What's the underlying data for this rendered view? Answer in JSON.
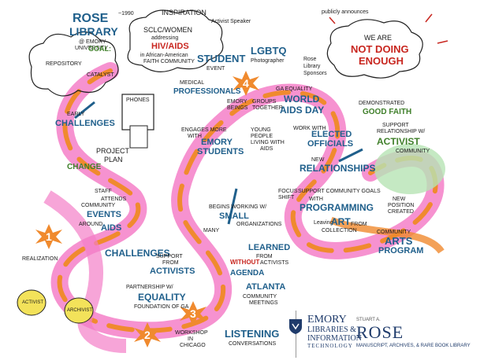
{
  "title": {
    "line1": "ROSE",
    "line2": "LIBRARY",
    "line3": "@ EMORY",
    "line4": "UNIVERSITY"
  },
  "inspiration": {
    "year": "~1990",
    "label": "INSPIRATION",
    "org_line1": "SCLC/WOMEN",
    "org_line2": "addressing",
    "highlight": "HIV/AIDS",
    "org_line3": "in African-American",
    "org_line4": "FAITH COMMUNITY"
  },
  "goal": {
    "label": "GOAL:",
    "item1": "REPOSITORY",
    "item2": "CATALYST"
  },
  "activist_speaker": "Activist Speaker",
  "publicly_announces": "publicly announces",
  "not_doing_enough": {
    "line1": "WE ARE",
    "line2": "NOT DOING",
    "line3": "ENOUGH"
  },
  "student_event": {
    "label": "STUDENT",
    "sub": "EVENT"
  },
  "lgbtq": {
    "label": "LGBTQ",
    "sub": "Photographer"
  },
  "sponsors": {
    "line1": "Rose",
    "line2": "Library",
    "line3": "Sponsors"
  },
  "medical": {
    "line1": "MEDICAL",
    "line2": "PROFESSIONALS"
  },
  "phones_label": "PHONES",
  "early_challenges": {
    "line1": "EARLY",
    "line2": "CHALLENGES"
  },
  "change": "CHANGE",
  "project_plan": {
    "line1": "PROJECT",
    "line2": "PLAN"
  },
  "emory_beings": {
    "line1": "EMORY",
    "line2": "BEINGS",
    "line3": "GROUPS",
    "line4": "TOGETHER"
  },
  "world_aids_day": {
    "line1": "GA EQUALITY",
    "line2": "WORLD",
    "line3": "AIDS DAY"
  },
  "good_faith": {
    "line1": "DEMONSTRATED",
    "line2": "GOOD FAITH"
  },
  "young_people": {
    "line1": "YOUNG",
    "line2": "PEOPLE",
    "line3": "LIVING WITH",
    "line4": "AIDS"
  },
  "work_with": "WORK WITH",
  "elected": {
    "line1": "ELECTED",
    "line2": "OFFICIALS"
  },
  "activist_community": {
    "line1": "SUPPORT",
    "line2": "RELATIONSHIP W/",
    "line3": "ACTIVIST",
    "line4": "COMMUNITY"
  },
  "engages": {
    "line1": "ENGAGES MORE",
    "line2": "WITH",
    "line3": "EMORY",
    "line4": "STUDENTS"
  },
  "new_relationships": {
    "line1": "NEW",
    "line2": "RELATIONSHIPS"
  },
  "staff": {
    "line1": "STAFF",
    "line2": "ATTENDS",
    "line3": "COMMUNITY",
    "line4": "EVENTS",
    "line5": "AROUND",
    "line6": "AIDS"
  },
  "focus_shift": {
    "line1": "FOCUS",
    "line2": "SHIFT"
  },
  "programming": {
    "line1": "SUPPORT COMMUNITY GOALS",
    "line2": "WITH",
    "line3": "PROGRAMMING"
  },
  "new_position": {
    "line1": "NEW",
    "line2": "POSITION",
    "line3": "CREATED"
  },
  "begins_working": {
    "line1": "BEGINS WORKING W/",
    "line2": "SMALL",
    "line3": "ORGANIZATIONS"
  },
  "leaving_art": {
    "line1": "Leaving",
    "line2": "ART",
    "line3": "FROM",
    "line4": "COLLECTION"
  },
  "community_arts": {
    "line1": "COMMUNITY",
    "line2": "ARTS",
    "line3": "PROGRAM"
  },
  "challenges": "CHALLENGES",
  "support_activists": {
    "line1": "SUPPORT",
    "line2": "FROM",
    "line3": "ACTIVISTS"
  },
  "many_label": "MANY",
  "learned": {
    "line1": "LEARNED",
    "line2": "FROM",
    "line3": "ACTIVISTS"
  },
  "realization": "REALIZATION",
  "partnership": {
    "line1": "PARTNERSHIP W/",
    "line2": "EQUALITY",
    "line3": "FOUNDATION OF GA"
  },
  "workshop": {
    "line1": "WORKSHOP",
    "line2": "IN",
    "line3": "CHICAGO"
  },
  "atlanta": {
    "line1": "ATLANTA",
    "line2": "COMMUNITY",
    "line3": "MEETINGS"
  },
  "listening": {
    "line1": "LISTENING",
    "line2": "CONVERSATIONS"
  },
  "agenda_label": "AGENDA",
  "without_label": "WITHOUT",
  "activist_bubble": "ACTIVIST",
  "archivist_bubble": "ARCHIVIST",
  "steps": [
    "1",
    "2",
    "3",
    "4"
  ],
  "emory_logo": {
    "line1": "EMORY",
    "line2": "LIBRARIES &",
    "line3": "INFORMATION",
    "line4": "TECHNOLOGY"
  },
  "rose_logo": {
    "small": "STUART A.",
    "big": "ROSE",
    "sub": "MANUSCRIPT, ARCHIVES, & RARE BOOK LIBRARY"
  },
  "colors": {
    "pink": "#f47fc8",
    "orange": "#f08a2e",
    "blue": "#1f5f8b",
    "green": "#3f7f2a",
    "red": "#c8261f",
    "yellow": "#f3e25a",
    "mint": "#b6e3b4"
  }
}
